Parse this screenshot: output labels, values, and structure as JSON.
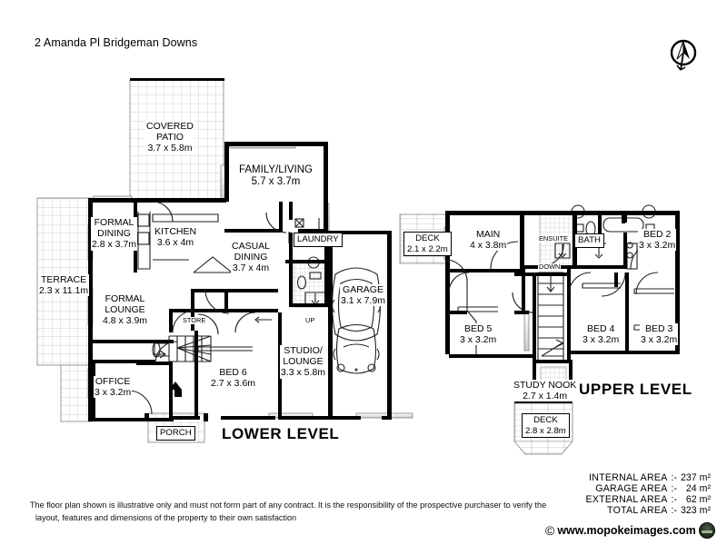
{
  "header": {
    "address": "2 Amanda Pl Bridgeman Downs",
    "compass_icon": "north-compass-icon"
  },
  "levels": {
    "lower_label": "LOWER LEVEL",
    "upper_label": "UPPER LEVEL"
  },
  "lower_rooms": [
    {
      "name": "COVERED\nPATIO",
      "line1": "COVERED",
      "line2": "PATIO",
      "dim": "3.7 x 5.8m"
    },
    {
      "name": "FAMILY/LIVING",
      "line1": "FAMILY/LIVING",
      "line2": "",
      "dim": "5.7 x 3.7m"
    },
    {
      "name": "FORMAL DINING",
      "line1": "FORMAL",
      "line2": "DINING",
      "dim": "2.8 x 3.7m"
    },
    {
      "name": "KITCHEN",
      "line1": "KITCHEN",
      "line2": "",
      "dim": "3.6 x 4m"
    },
    {
      "name": "CASUAL DINING",
      "line1": "CASUAL",
      "line2": "DINING",
      "dim": "3.7 x 4m"
    },
    {
      "name": "TERRACE",
      "line1": "TERRACE",
      "line2": "",
      "dim": "2.3 x 11.1m"
    },
    {
      "name": "FORMAL LOUNGE",
      "line1": "FORMAL",
      "line2": "LOUNGE",
      "dim": "4.8 x 3.9m"
    },
    {
      "name": "OFFICE",
      "line1": "OFFICE",
      "line2": "",
      "dim": "3 x 3.2m"
    },
    {
      "name": "BED 6",
      "line1": "BED 6",
      "line2": "",
      "dim": "2.7 x 3.6m"
    },
    {
      "name": "STUDIO/ LOUNGE",
      "line1": "STUDIO/",
      "line2": "LOUNGE",
      "dim": "3.3 x 5.8m"
    },
    {
      "name": "GARAGE",
      "line1": "GARAGE",
      "line2": "",
      "dim": "3.1 x 7.9m"
    },
    {
      "name": "LAUNDRY",
      "line1": "LAUNDRY",
      "line2": "",
      "dim": ""
    },
    {
      "name": "PORCH",
      "line1": "PORCH",
      "line2": "",
      "dim": ""
    },
    {
      "name": "STORE",
      "line1": "STORE",
      "line2": "",
      "dim": ""
    }
  ],
  "upper_rooms": [
    {
      "name": "DECK",
      "line1": "DECK",
      "line2": "",
      "dim": "2.1 x 2.2m"
    },
    {
      "name": "MAIN",
      "line1": "MAIN",
      "line2": "",
      "dim": "4 x 3.8m"
    },
    {
      "name": "ENSUITE",
      "line1": "ENSUITE",
      "line2": "",
      "dim": ""
    },
    {
      "name": "BATH",
      "line1": "BATH",
      "line2": "",
      "dim": ""
    },
    {
      "name": "BED 2",
      "line1": "BED 2",
      "line2": "",
      "dim": "3 x 3.2m"
    },
    {
      "name": "BED 5",
      "line1": "BED 5",
      "line2": "",
      "dim": "3 x 3.2m"
    },
    {
      "name": "BED 4",
      "line1": "BED 4",
      "line2": "",
      "dim": "3 x 3.2m"
    },
    {
      "name": "BED 3",
      "line1": "BED 3",
      "line2": "",
      "dim": "3 x 3.2m"
    },
    {
      "name": "STUDY NOOK",
      "line1": "STUDY NOOK",
      "line2": "",
      "dim": "2.7 x 1.4m"
    },
    {
      "name": "DECK",
      "line1": "DECK",
      "line2": "",
      "dim": "2.8 x 2.8m"
    }
  ],
  "stair_labels": {
    "up": "UP",
    "down": "DOWN"
  },
  "areas": {
    "rows": [
      {
        "label": "INTERNAL AREA",
        "sep": ":-",
        "value": "237 m²"
      },
      {
        "label": "GARAGE AREA",
        "sep": ":-",
        "value": "24 m²"
      },
      {
        "label": "EXTERNAL AREA",
        "sep": ":-",
        "value": "62 m²"
      },
      {
        "label": "TOTAL AREA",
        "sep": ":-",
        "value": "323 m²"
      }
    ]
  },
  "disclaimer": {
    "line1": "The floor plan shown is illustrative only and must not form part of any contract. It is the responsibility of the  prospective  purchaser to verify the",
    "line2": "layout, features and dimensions of the property to their own satisfaction"
  },
  "footer": {
    "copyright_glyph": "©",
    "site": "www.mopokeimages.com",
    "logo_icon": "mopoke-owl-logo-icon"
  },
  "colors": {
    "wall": "#000000",
    "thin_line": "#231f20",
    "hatch": "#b9bcc0",
    "background": "#ffffff"
  }
}
